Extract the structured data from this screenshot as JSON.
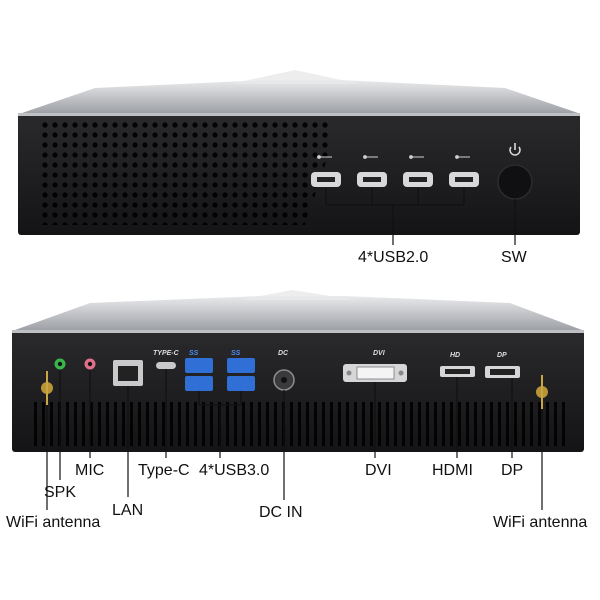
{
  "front_panel": {
    "usb_label": "4*USB2.0",
    "sw_label": "SW"
  },
  "rear_panel": {
    "port_tags": {
      "type_c": "TYPE-C",
      "usb3_left": "SS",
      "usb3_right": "SS",
      "dc": "DC",
      "dvi": "DVI",
      "hdmi": "HD",
      "dp": "DP"
    },
    "labels": {
      "spk": "SPK",
      "mic": "MIC",
      "wifi_left": "WiFi antenna",
      "lan": "LAN",
      "type_c": "Type-C",
      "usb3": "4*USB3.0",
      "dc_in": "DC IN",
      "dvi": "DVI",
      "hdmi": "HDMI",
      "dp": "DP",
      "wifi_right": "WiFi antenna"
    }
  },
  "colors": {
    "case_body": "#1c1c1e",
    "case_top": "#cfd0d3",
    "usb3_blue": "#2f6fd6",
    "audio_green": "#39b54a",
    "audio_pink": "#e0708a"
  }
}
